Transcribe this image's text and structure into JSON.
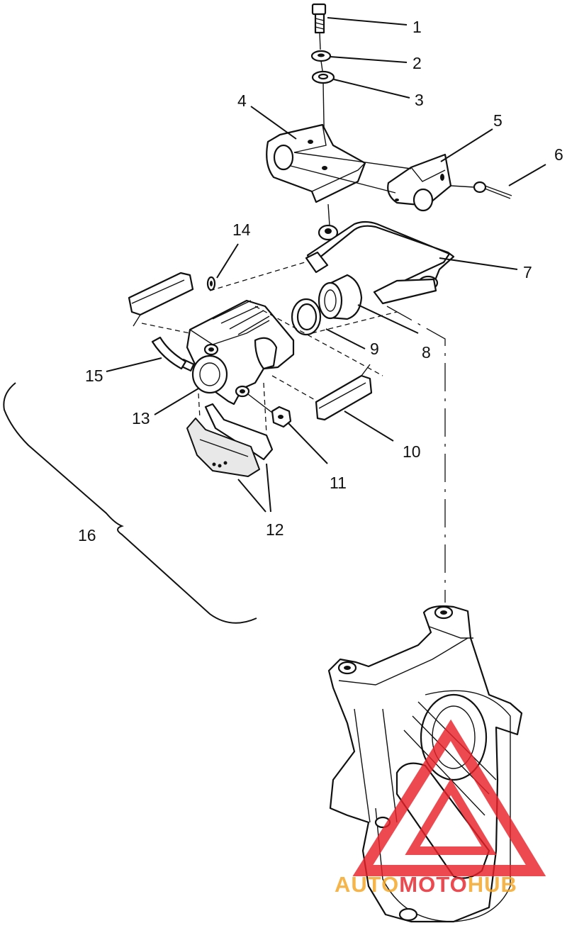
{
  "callouts": [
    {
      "id": "c1",
      "label": "1"
    },
    {
      "id": "c2",
      "label": "2"
    },
    {
      "id": "c3",
      "label": "3"
    },
    {
      "id": "c4",
      "label": "4"
    },
    {
      "id": "c5",
      "label": "5"
    },
    {
      "id": "c6",
      "label": "6"
    },
    {
      "id": "c7",
      "label": "7"
    },
    {
      "id": "c8",
      "label": "8"
    },
    {
      "id": "c9",
      "label": "9"
    },
    {
      "id": "c10",
      "label": "10"
    },
    {
      "id": "c11",
      "label": "11"
    },
    {
      "id": "c12",
      "label": "12"
    },
    {
      "id": "c13",
      "label": "13"
    },
    {
      "id": "c14",
      "label": "14"
    },
    {
      "id": "c15",
      "label": "15"
    },
    {
      "id": "c16",
      "label": "16"
    }
  ],
  "watermark": {
    "text_part1": "AUTO",
    "text_part2": "MOTO",
    "text_part3": "HUB",
    "color_primary": "#e8232a",
    "color_secondary": "#f5a623"
  }
}
